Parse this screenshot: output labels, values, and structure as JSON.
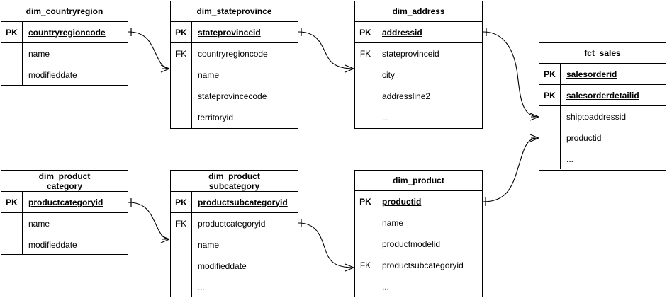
{
  "diagram": {
    "title": "star schema entity relationship diagram",
    "line_color": "#000000",
    "background": "#ffffff",
    "entities": [
      {
        "id": "dim_countryregion",
        "name": "dim_countryregion",
        "keys": [
          {
            "tag": "PK",
            "name": "countryregioncode"
          }
        ],
        "fields": [
          "name",
          "modifieddate"
        ],
        "fk_label": "",
        "fk_index": -1
      },
      {
        "id": "dim_stateprovince",
        "name": "dim_stateprovince",
        "keys": [
          {
            "tag": "PK",
            "name": "stateprovinceid"
          }
        ],
        "fields": [
          "countryregioncode",
          "name",
          "stateprovincecode",
          "territoryid"
        ],
        "fk_label": "FK",
        "fk_index": 0
      },
      {
        "id": "dim_address",
        "name": "dim_address",
        "keys": [
          {
            "tag": "PK",
            "name": "addressid"
          }
        ],
        "fields": [
          "stateprovinceid",
          "city",
          "addressline2",
          "..."
        ],
        "fk_label": "FK",
        "fk_index": 0
      },
      {
        "id": "fct_sales",
        "name": "fct_sales",
        "keys": [
          {
            "tag": "PK",
            "name": "salesorderid"
          },
          {
            "tag": "PK",
            "name": "salesorderdetailid"
          }
        ],
        "fields": [
          "shiptoaddressid",
          "productid",
          "..."
        ],
        "fk_label": "",
        "fk_index": -1
      },
      {
        "id": "dim_productcategory",
        "name": "dim_product\ncategory",
        "keys": [
          {
            "tag": "PK",
            "name": "productcategoryid"
          }
        ],
        "fields": [
          "name",
          "modifieddate"
        ],
        "fk_label": "",
        "fk_index": -1
      },
      {
        "id": "dim_productsubcategory",
        "name": "dim_product\nsubcategory",
        "keys": [
          {
            "tag": "PK",
            "name": "productsubcategoryid"
          }
        ],
        "fields": [
          "productcategoryid",
          "name",
          "modifieddate",
          "..."
        ],
        "fk_label": "FK",
        "fk_index": 0
      },
      {
        "id": "dim_product",
        "name": "dim_product",
        "keys": [
          {
            "tag": "PK",
            "name": "productid"
          }
        ],
        "fields": [
          "name",
          "productmodelid",
          "productsubcategoryid",
          "..."
        ],
        "fk_label": "FK",
        "fk_index": 2
      }
    ],
    "relationships": [
      {
        "from": "dim_countryregion.countryregioncode",
        "to": "dim_stateprovince.countryregioncode",
        "cardinality": "one-to-many"
      },
      {
        "from": "dim_stateprovince.stateprovinceid",
        "to": "dim_address.stateprovinceid",
        "cardinality": "one-to-many"
      },
      {
        "from": "dim_address.addressid",
        "to": "fct_sales.shiptoaddressid",
        "cardinality": "one-to-many"
      },
      {
        "from": "dim_product.productid",
        "to": "fct_sales.productid",
        "cardinality": "one-to-many"
      },
      {
        "from": "dim_productcategory.productcategoryid",
        "to": "dim_productsubcategory.productcategoryid",
        "cardinality": "one-to-many"
      },
      {
        "from": "dim_productsubcategory.productcategoryid",
        "to": "dim_product.productsubcategoryid",
        "cardinality": "one-to-many"
      }
    ]
  }
}
